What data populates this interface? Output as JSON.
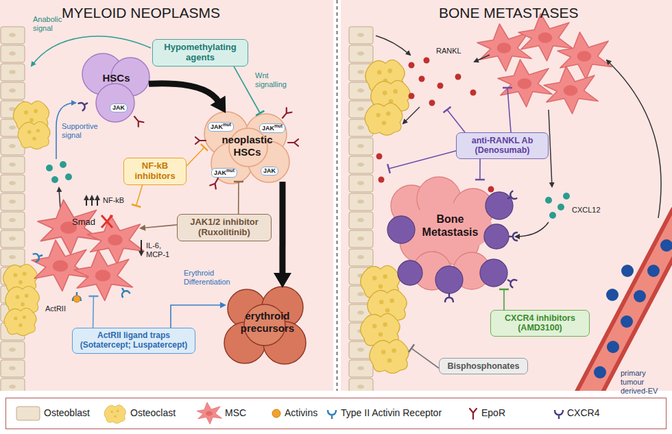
{
  "diagram": {
    "nodes": [
      {
        "text": [
          "Hypomethylating agents"
        ]
      },
      {
        "text": [
          "HSCs"
        ]
      },
      {
        "text": [
          "JAK"
        ],
        "in": 1
      },
      {
        "text": [
          "neoplastic HSCs"
        ]
      },
      {
        "text": [
          "JAK",
          "mut"
        ],
        "in": 3
      },
      {
        "text": [
          "JAK",
          "mut"
        ],
        "in": 3
      },
      {
        "text": [
          "JAK",
          "mut"
        ],
        "in": 3
      },
      {
        "text": [
          "JAK"
        ],
        "in": 3
      },
      {
        "text": [
          "NF-kB inhibitors"
        ]
      },
      {
        "text": [
          "JAK1/2 inhibitor (Ruxolitinib)"
        ]
      },
      {
        "text": [
          "Smad"
        ]
      },
      {
        "text": [
          "erythroid precursors"
        ]
      },
      {
        "text": [
          "ActRII ligand traps (Sotatercept; Luspatercept)"
        ]
      },
      {
        "text": [
          "anti-RANKL Ab (Denosumab)"
        ]
      },
      {
        "text": [
          "Bone Metastasis"
        ]
      },
      {
        "text": [
          "CXCR4 inhibitors (AMD3100)"
        ]
      },
      {
        "text": [
          "Bisphosphonates"
        ]
      }
    ],
    "edges": [
      {
        "from": 1,
        "to": 3,
        "arrow": "to"
      },
      {
        "from": 0,
        "to": 3,
        "label": "Wnt signalling",
        "arrow": "to"
      },
      {
        "from": 8,
        "to": 3,
        "arrow": "to"
      },
      {
        "from": 8,
        "to": 10,
        "arrow": "to"
      },
      {
        "from": 9,
        "to": 3,
        "arrow": "to"
      },
      {
        "from": 9,
        "to": 10,
        "arrow": "to"
      },
      {
        "from": 3,
        "to": 11,
        "arrow": "to"
      },
      {
        "from": 12,
        "to": 10,
        "arrow": "to"
      },
      {
        "from": 12,
        "to": 11,
        "label": "Erythroid Differentiation",
        "arrow": "to"
      },
      {
        "from": 13,
        "to": 14,
        "arrow": "to"
      },
      {
        "from": 15,
        "to": 14,
        "arrow": "to"
      }
    ],
    "labels": [
      "MYELOID NEOPLASMS",
      "BONE METASTASES",
      "Anabolic signal",
      "Supportive signal",
      "NF-kB",
      "IL-6, MCP-1",
      "ActRII",
      "RANKL",
      "CXCL12",
      "primary tumour derived-EV"
    ],
    "legend": [
      {
        "text": "Osteoblast"
      },
      {
        "text": "Osteoclast"
      },
      {
        "text": "MSC"
      },
      {
        "text": "Activins"
      },
      {
        "text": "Type II Activin Receptor"
      },
      {
        "text": "EpoR"
      },
      {
        "text": "CXCR4"
      }
    ]
  }
}
